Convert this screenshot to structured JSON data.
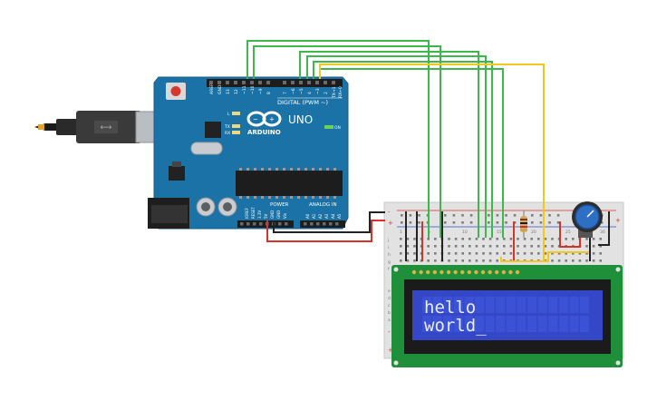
{
  "arduino": {
    "brand": "ARDUINO",
    "model": "UNO",
    "digital_label": "DIGITAL (PWM ~)",
    "power_label": "POWER",
    "analog_label": "ANALOG IN",
    "on_label": "ON",
    "tx_label": "TX",
    "rx_label": "RX",
    "l_label": "L",
    "aref_label": "AREF",
    "gnd_label": "GND",
    "digital_pins": [
      "13",
      "12",
      "~11",
      "~10",
      "~9",
      "8",
      "7",
      "~6",
      "~5",
      "4",
      "~3",
      "2",
      "TX→1",
      "RX←0"
    ],
    "power_pins": [
      "IOREF",
      "RESET",
      "3.3V",
      "5V",
      "GND",
      "GND",
      "Vin"
    ],
    "analog_pins": [
      "A0",
      "A1",
      "A2",
      "A3",
      "A4",
      "A5"
    ]
  },
  "breadboard": {
    "plus_label": "+",
    "minus_label": "-",
    "row_letters": [
      "a",
      "b",
      "c",
      "d",
      "e",
      "f",
      "g",
      "h",
      "i",
      "j"
    ],
    "column_numbers": [
      "1",
      "5",
      "10",
      "15",
      "20",
      "25",
      "30"
    ]
  },
  "lcd": {
    "line1": "hello",
    "line2": "world_",
    "background_color": "#3347c7",
    "board_color": "#1f8f3a"
  },
  "wires": {
    "green": "#3db84a",
    "yellow": "#f2c81e",
    "red": "#d9322b",
    "black": "#222222"
  }
}
